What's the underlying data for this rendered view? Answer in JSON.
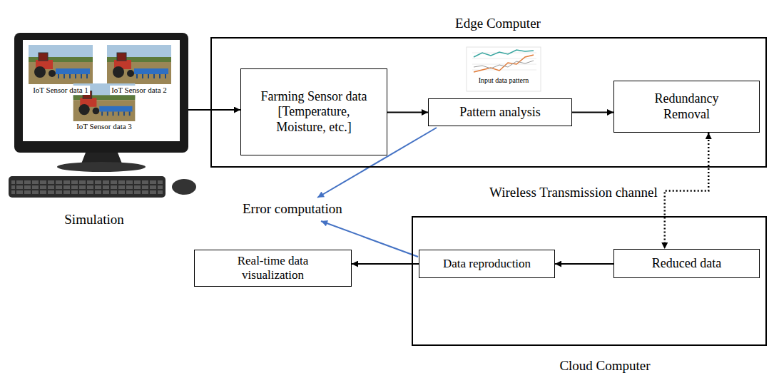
{
  "diagram": {
    "nodes": [
      {
        "text": [
          "IoT Sensor data 1",
          "IoT Sensor data 2",
          "IoT Sensor data 3",
          "Simulation"
        ]
      },
      {
        "text": [
          "Edge Computer"
        ]
      },
      {
        "text": [
          "Farming Sensor data [Temperature, Moisture, etc.]"
        ],
        "in": 1
      },
      {
        "text": [
          "Pattern analysis"
        ],
        "in": 1
      },
      {
        "text": [
          "Redundancy Removal"
        ],
        "in": 1
      },
      {
        "text": [
          "Cloud Computer"
        ]
      },
      {
        "text": [
          "Reduced data"
        ],
        "in": 5
      },
      {
        "text": [
          "Data reproduction"
        ],
        "in": 5
      },
      {
        "text": [
          "Real-time data visualization"
        ]
      }
    ],
    "edges": [
      {
        "from": 0,
        "to": 2,
        "arrow": "to"
      },
      {
        "from": 2,
        "to": 3,
        "arrow": "to"
      },
      {
        "from": 3,
        "to": 4,
        "arrow": "to"
      },
      {
        "from": 4,
        "to": 6,
        "label": "Wireless Transmission channel",
        "arrow": "both"
      },
      {
        "from": 6,
        "to": 7,
        "arrow": "to"
      },
      {
        "from": 7,
        "to": 8,
        "arrow": "to"
      }
    ],
    "labels": [
      "Input data pattern",
      "Error computation"
    ]
  }
}
